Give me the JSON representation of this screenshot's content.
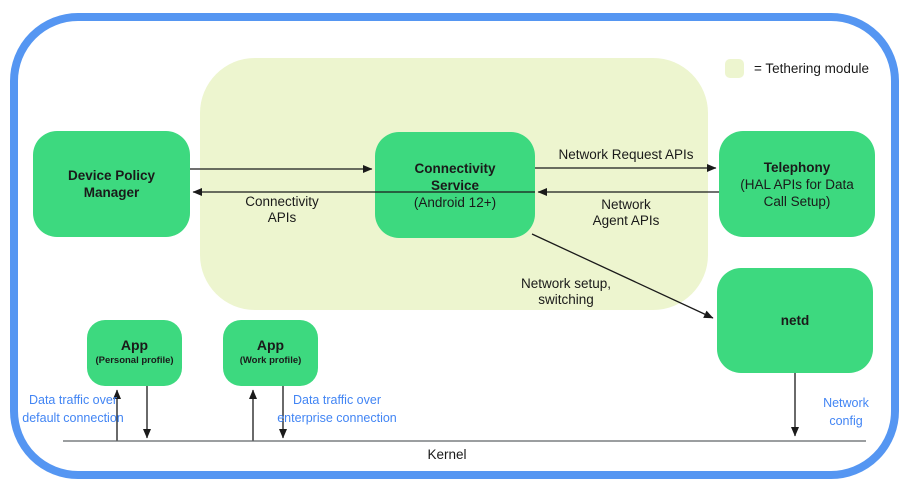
{
  "legend": {
    "label": "= Tethering module"
  },
  "nodes": {
    "device_policy_manager": {
      "title": "Device Policy Manager"
    },
    "connectivity_service": {
      "title": "Connectivity Service",
      "subtitle": "(Android 12+)"
    },
    "telephony": {
      "title": "Telephony",
      "subtitle": "(HAL APIs for Data Call Setup)"
    },
    "netd": {
      "title": "netd"
    },
    "app_personal": {
      "title": "App",
      "subtitle": "(Personal profile)"
    },
    "app_work": {
      "title": "App",
      "subtitle": "(Work profile)"
    }
  },
  "edge_labels": {
    "connectivity_apis": "Connectivity APIs",
    "network_request_apis": "Network Request APIs",
    "network_agent_apis": "Network Agent APIs",
    "network_setup_switching": "Network setup, switching",
    "data_traffic_default": "Data traffic over default connection",
    "data_traffic_enterprise": "Data traffic over enterprise connection",
    "network_config": "Network config"
  },
  "kernel_label": "Kernel",
  "colors": {
    "node_green": "#3dd97f",
    "module_background": "#edf5cf",
    "border_blue": "#5596f2",
    "accent_blue": "#4285f4",
    "ink": "#1a1a1a"
  }
}
